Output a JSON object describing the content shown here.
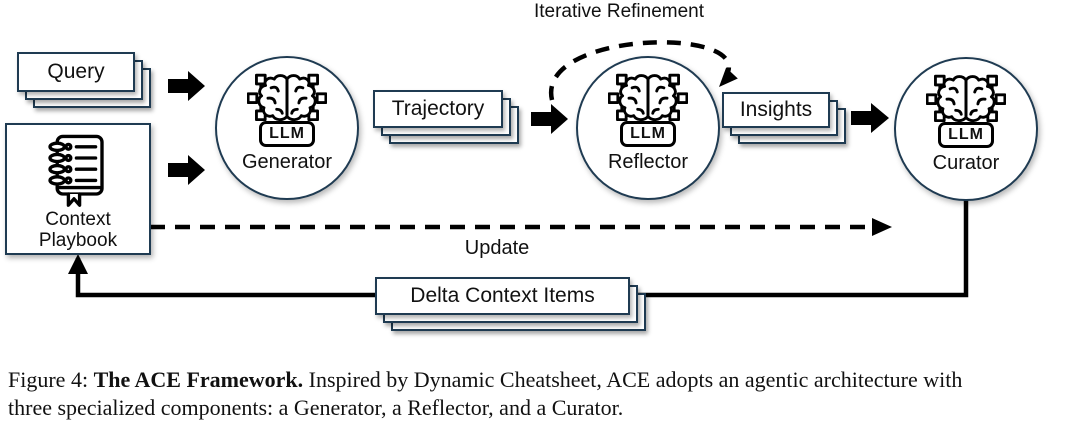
{
  "diagram": {
    "badge": "LLM",
    "annotations": {
      "iterative_refinement": "Iterative Refinement",
      "update": "Update"
    },
    "nodes": {
      "query": {
        "label": "Query"
      },
      "context_playbook": {
        "line1": "Context",
        "line2": "Playbook"
      },
      "generator": {
        "label": "Generator"
      },
      "trajectory": {
        "label": "Trajectory"
      },
      "reflector": {
        "label": "Reflector"
      },
      "insights": {
        "label": "Insights"
      },
      "curator": {
        "label": "Curator"
      },
      "delta_context_items": {
        "label": "Delta Context Items"
      }
    },
    "colors": {
      "stroke": "#1f3b52",
      "ink": "#000000"
    }
  },
  "caption": {
    "line1_prefix": "Figure 4: ",
    "line1_bold": "The ACE Framework.",
    "line1_rest": " Inspired by Dynamic Cheatsheet, ACE adopts an agentic architecture with",
    "line2": "three specialized components: a Generator, a Reflector, and a Curator."
  }
}
